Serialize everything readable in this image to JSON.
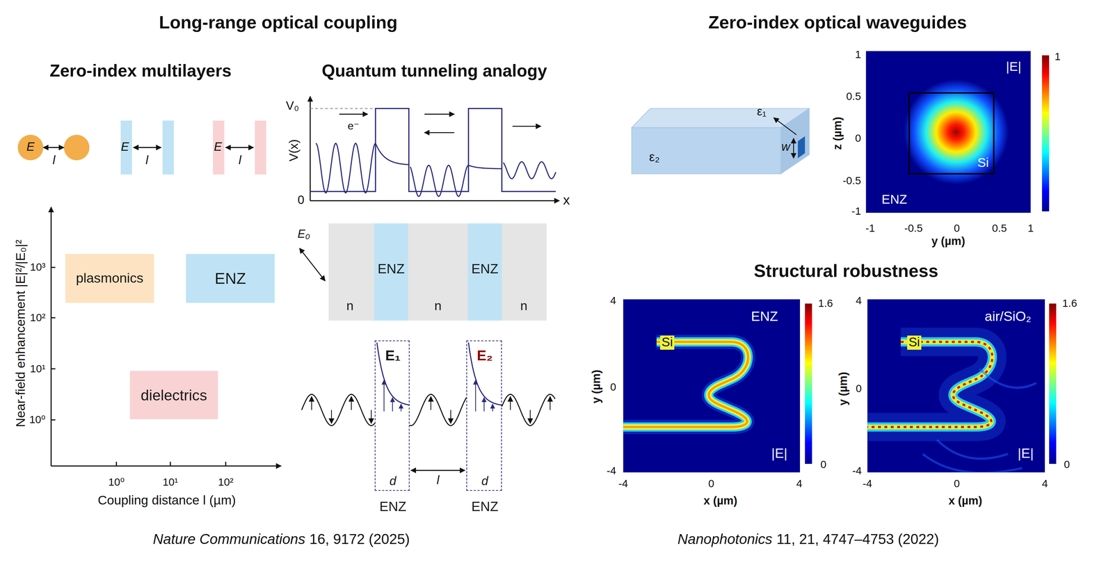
{
  "diagram": {
    "nodes": [
      {
        "text": [
          "plasmonics"
        ]
      },
      {
        "text": [
          "ENZ"
        ]
      },
      {
        "text": [
          "dielectrics"
        ]
      },
      {
        "text": [
          "n",
          "n",
          "n"
        ]
      },
      {
        "text": [
          "ENZ"
        ],
        "in": 3
      },
      {
        "text": [
          "ENZ"
        ],
        "in": 3
      },
      {
        "text": [
          "E₁",
          "d",
          "ENZ"
        ]
      },
      {
        "text": [
          "E₂",
          "d",
          "ENZ"
        ]
      }
    ],
    "edges": [
      {
        "from": 6,
        "to": 7,
        "arrow": "both",
        "label": "l"
      }
    ],
    "labels": [
      "Long-range optical coupling",
      "Zero-index multilayers",
      "Quantum tunneling analogy",
      "E",
      "l",
      "E",
      "l",
      "E",
      "l",
      "Near-field enhancement |E|²/|E₀|²",
      "10³",
      "10²",
      "10¹",
      "10⁰",
      "10⁰",
      "10¹",
      "10²",
      "Coupling distance l (µm)",
      "V₀",
      "V(x)",
      "0",
      "x",
      "e⁻",
      "E₀",
      "Zero-index optical waveguides",
      "ε₁",
      "ε₂",
      "w",
      "|E|",
      "Si",
      "ENZ",
      "1",
      "1",
      "0.5",
      "0",
      "-0.5",
      "-1",
      "z (µm)",
      "-1",
      "-0.5",
      "0",
      "0.5",
      "1",
      "y (µm)",
      "Structural robustness",
      "ENZ",
      "Si",
      "|E|",
      "1.6",
      "0",
      "4",
      "0",
      "-4",
      "y (µm)",
      "-4",
      "0",
      "4",
      "x (µm)",
      "air/SiO₂",
      "Si",
      "|E|",
      "1.6",
      "0",
      "4",
      "0",
      "-4",
      "y (µm)",
      "-4",
      "0",
      "4",
      "x (µm)",
      "Nature Communications",
      "16, 9172 (2025)",
      "Nanophotonics",
      "11, 21, 4747–4753 (2022)"
    ]
  }
}
